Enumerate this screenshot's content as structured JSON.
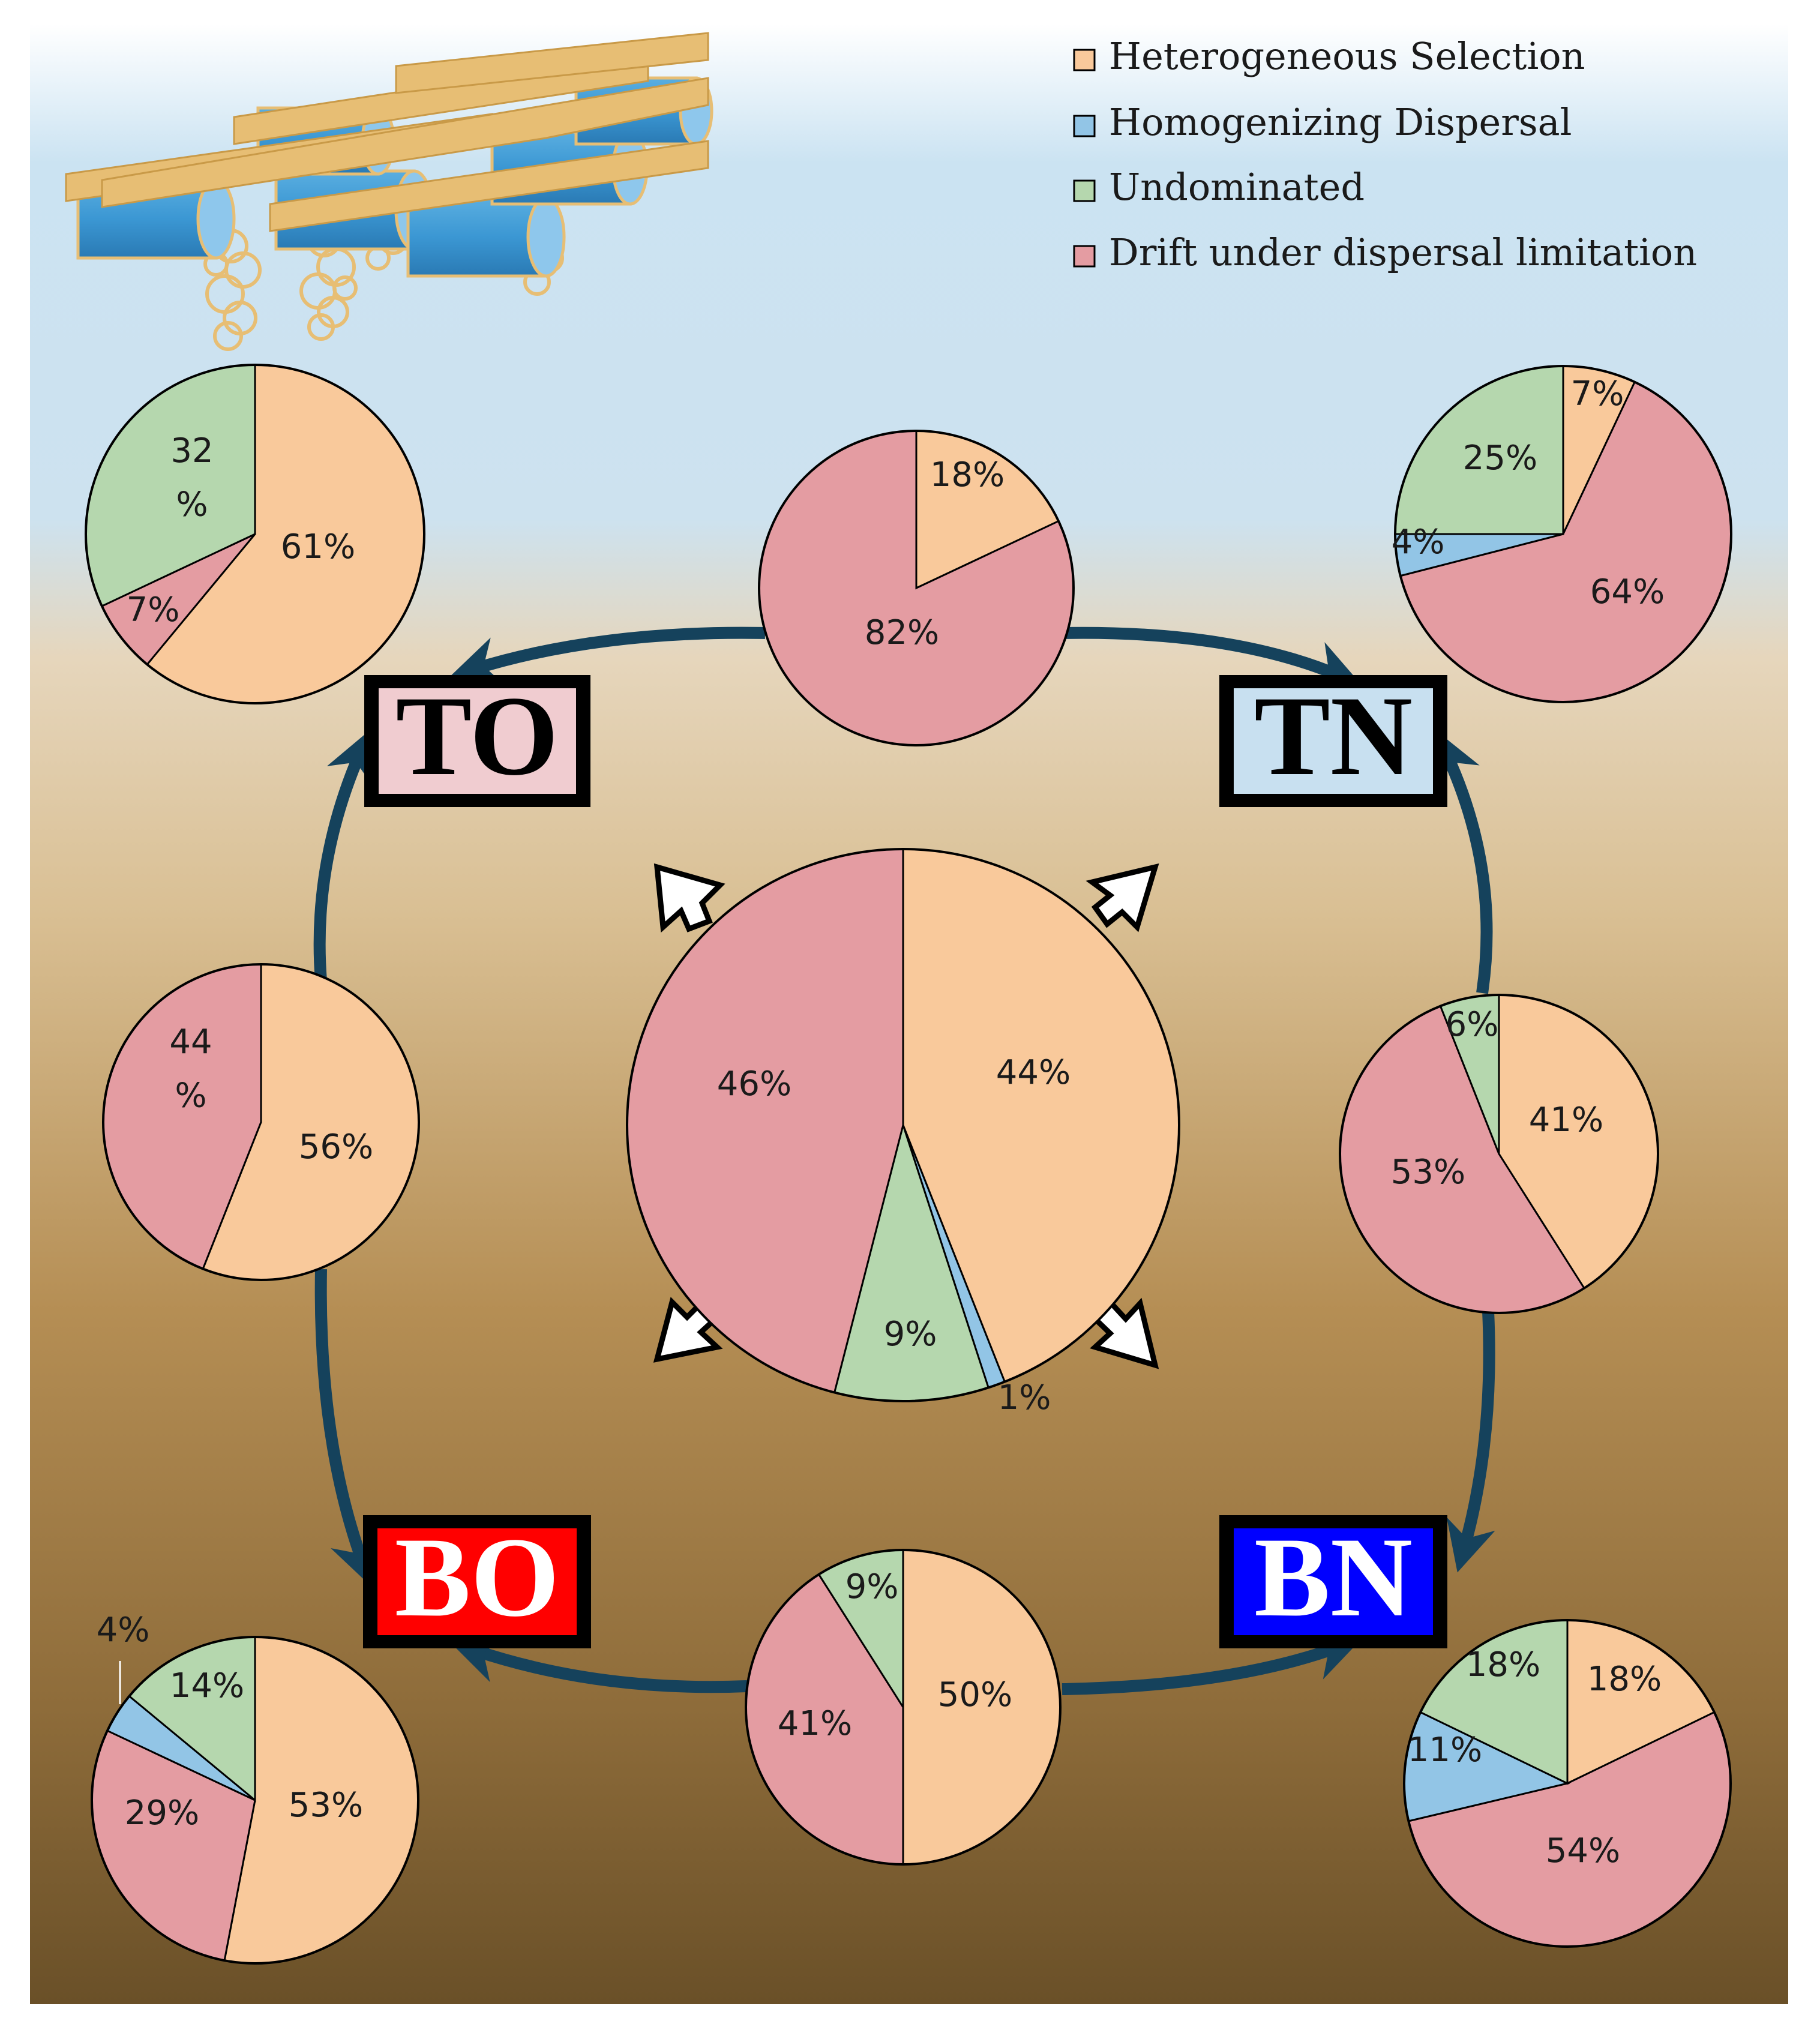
{
  "legend": {
    "items": [
      {
        "label": "Heterogeneous Selection",
        "color": "#f9c99b"
      },
      {
        "label": "Homogenizing Dispersal",
        "color": "#92c5e6"
      },
      {
        "label": "Undominated",
        "color": "#b5d7ae"
      },
      {
        "label": "Drift under dispersal limitation",
        "color": "#e49ca2"
      }
    ]
  },
  "sites": {
    "TO": {
      "label": "TO",
      "fill": "#f0ccd0",
      "text": "#000000"
    },
    "TN": {
      "label": "TN",
      "fill": "#c8e0f0",
      "text": "#000000"
    },
    "BO": {
      "label": "BO",
      "fill": "#ff0000",
      "text": "#ffffff"
    },
    "BN": {
      "label": "BN",
      "fill": "#0000ff",
      "text": "#ffffff"
    }
  },
  "colors": {
    "heterogeneous": "#f9c99b",
    "homogenizing": "#92c5e6",
    "undominated": "#b5d7ae",
    "drift": "#e49ca2",
    "arrow": "#15425c",
    "sky_top": "#ffffff",
    "sky": "#cbe3f2",
    "sediment_light": "#e6d6bc",
    "sediment_mid": "#b58e54",
    "sediment_dark": "#6a5028",
    "raft": "#e7be74",
    "cage": "#3b97d3"
  },
  "chart_data": [
    {
      "type": "pie",
      "id": "to-pie",
      "slices": [
        {
          "category": "Heterogeneous Selection",
          "value": 61,
          "label": "61%"
        },
        {
          "category": "Drift under dispersal limitation",
          "value": 7,
          "label": "7%"
        },
        {
          "category": "Undominated",
          "value": 32,
          "label": "32\n%"
        }
      ]
    },
    {
      "type": "pie",
      "id": "to-tn-pie",
      "slices": [
        {
          "category": "Heterogeneous Selection",
          "value": 18,
          "label": "18%"
        },
        {
          "category": "Drift under dispersal limitation",
          "value": 82,
          "label": "82%"
        }
      ]
    },
    {
      "type": "pie",
      "id": "tn-pie",
      "slices": [
        {
          "category": "Heterogeneous Selection",
          "value": 7,
          "label": "7%"
        },
        {
          "category": "Drift under dispersal limitation",
          "value": 64,
          "label": "64%"
        },
        {
          "category": "Homogenizing Dispersal",
          "value": 4,
          "label": "4%"
        },
        {
          "category": "Undominated",
          "value": 25,
          "label": "25%"
        }
      ]
    },
    {
      "type": "pie",
      "id": "to-bo-pie",
      "slices": [
        {
          "category": "Heterogeneous Selection",
          "value": 56,
          "label": "56%"
        },
        {
          "category": "Drift under dispersal limitation",
          "value": 44,
          "label": "44\n%"
        }
      ]
    },
    {
      "type": "pie",
      "id": "center-pie",
      "slices": [
        {
          "category": "Heterogeneous Selection",
          "value": 44,
          "label": "44%"
        },
        {
          "category": "Homogenizing Dispersal",
          "value": 1,
          "label": "1%"
        },
        {
          "category": "Undominated",
          "value": 9,
          "label": "9%"
        },
        {
          "category": "Drift under dispersal limitation",
          "value": 46,
          "label": "46%"
        }
      ]
    },
    {
      "type": "pie",
      "id": "tn-bn-pie",
      "slices": [
        {
          "category": "Heterogeneous Selection",
          "value": 41,
          "label": "41%"
        },
        {
          "category": "Drift under dispersal limitation",
          "value": 53,
          "label": "53%"
        },
        {
          "category": "Undominated",
          "value": 6,
          "label": "6%"
        }
      ]
    },
    {
      "type": "pie",
      "id": "bo-pie",
      "slices": [
        {
          "category": "Heterogeneous Selection",
          "value": 53,
          "label": "53%"
        },
        {
          "category": "Drift under dispersal limitation",
          "value": 29,
          "label": "29%"
        },
        {
          "category": "Homogenizing Dispersal",
          "value": 4,
          "label": "4%"
        },
        {
          "category": "Undominated",
          "value": 14,
          "label": "14%"
        }
      ]
    },
    {
      "type": "pie",
      "id": "bo-bn-pie",
      "slices": [
        {
          "category": "Heterogeneous Selection",
          "value": 50,
          "label": "50%"
        },
        {
          "category": "Drift under dispersal limitation",
          "value": 41,
          "label": "41%"
        },
        {
          "category": "Undominated",
          "value": 9,
          "label": "9%"
        }
      ]
    },
    {
      "type": "pie",
      "id": "bn-pie",
      "slices": [
        {
          "category": "Heterogeneous Selection",
          "value": 18,
          "label": "18%"
        },
        {
          "category": "Drift under dispersal limitation",
          "value": 54,
          "label": "54%"
        },
        {
          "category": "Homogenizing Dispersal",
          "value": 11,
          "label": "11%"
        },
        {
          "category": "Undominated",
          "value": 18,
          "label": "18%"
        }
      ]
    }
  ]
}
